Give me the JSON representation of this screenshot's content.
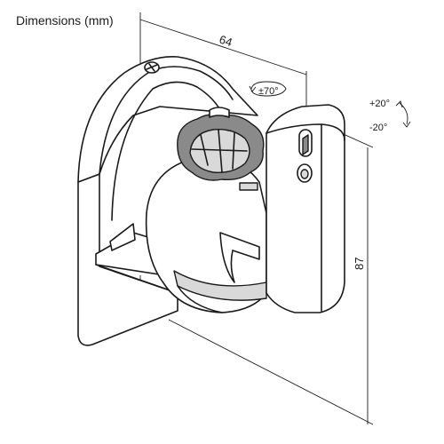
{
  "diagram": {
    "title": "Dimensions (mm)",
    "width_label": "64",
    "height_label": "87",
    "swivel_label": "±70°",
    "tilt_up_label": "+20°",
    "tilt_down_label": "-20°"
  }
}
